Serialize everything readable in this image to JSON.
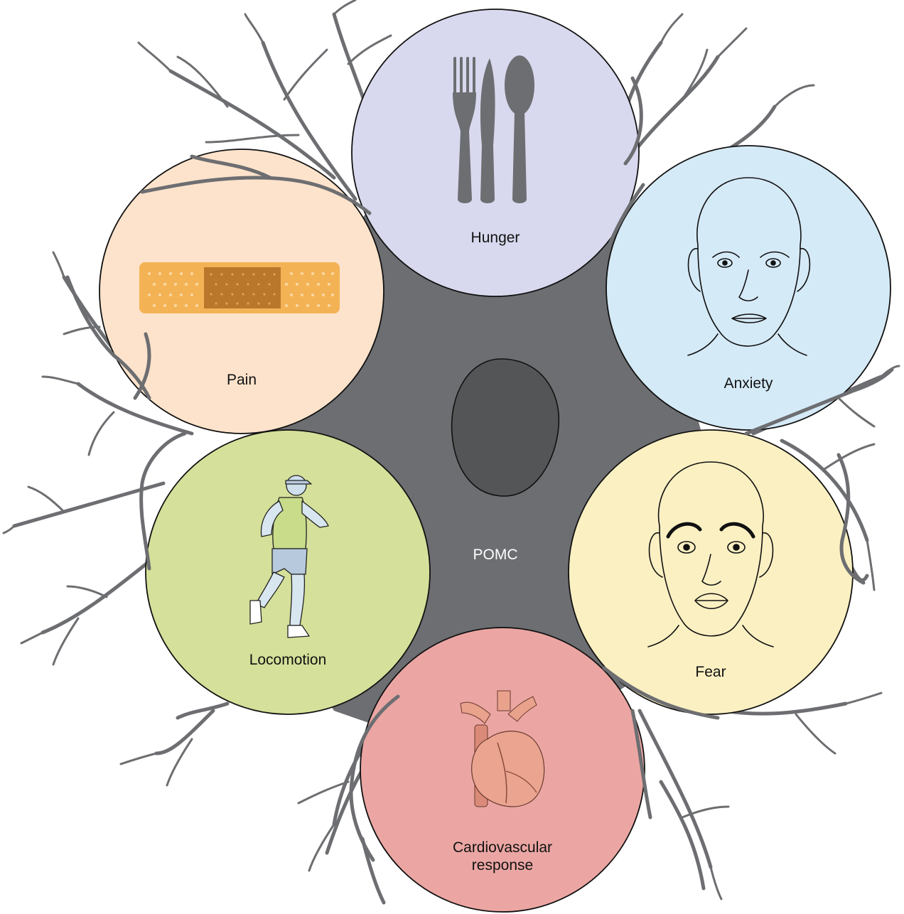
{
  "colors": {
    "neuron_body": "#6d6e71",
    "nucleus": "#545557",
    "center_label": "#ffffff",
    "hunger_fill": "#d8d9ee",
    "anxiety_fill": "#d5eaf7",
    "fear_fill": "#fbf0c2",
    "cardio_fill": "#eba6a3",
    "locomotion_fill": "#d5e09a",
    "pain_fill": "#fde3cb",
    "utensil": "#6d6e71",
    "bandage": "#f3b355",
    "bandage_pad": "#b9772c"
  },
  "center": {
    "label": "POMC"
  },
  "circles": {
    "hunger": {
      "label": "Hunger",
      "icon": "fork-knife-spoon-icon"
    },
    "anxiety": {
      "label": "Anxiety",
      "icon": "anxious-face-icon"
    },
    "fear": {
      "label": "Fear",
      "icon": "fearful-face-icon"
    },
    "cardio": {
      "label_line1": "Cardiovascular",
      "label_line2": "response",
      "icon": "heart-icon"
    },
    "locomotion": {
      "label": "Locomotion",
      "icon": "runner-icon"
    },
    "pain": {
      "label": "Pain",
      "icon": "bandage-icon"
    }
  }
}
